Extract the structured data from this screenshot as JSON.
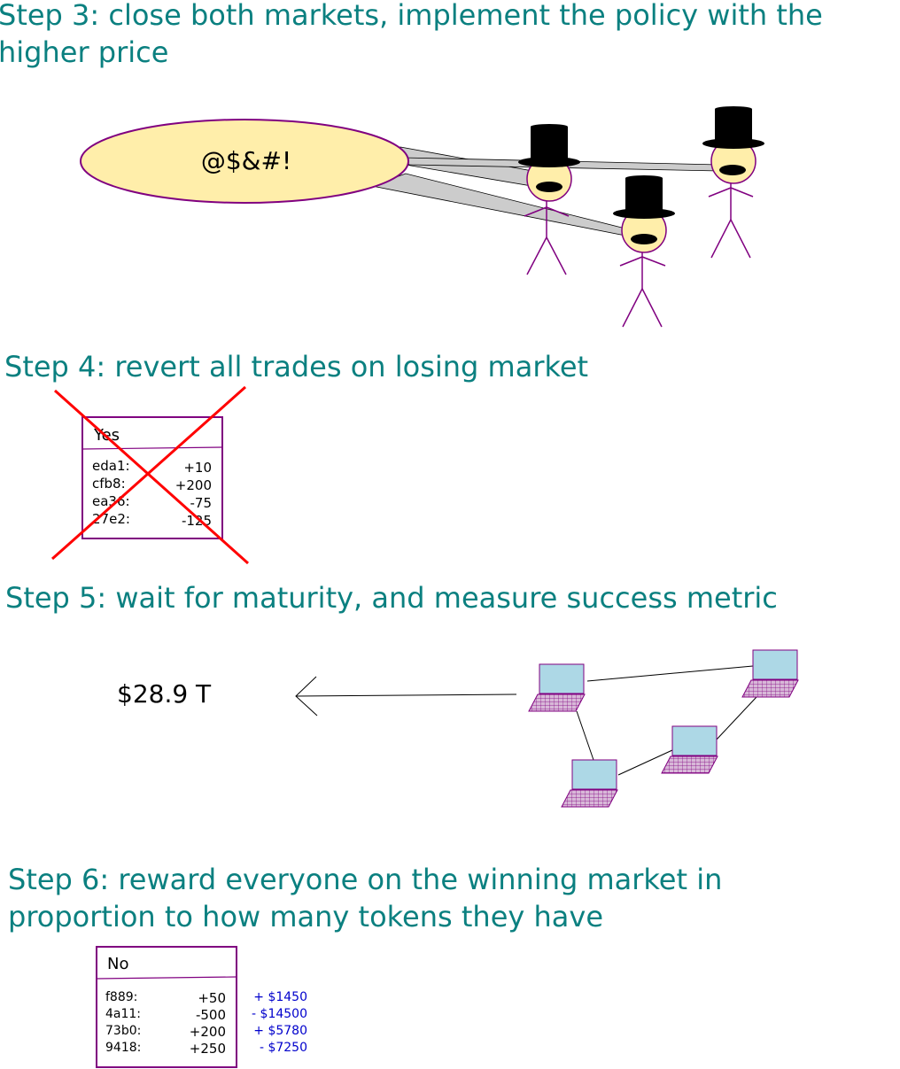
{
  "steps": {
    "step3": {
      "title_line1": "Step 3: close both markets, implement the policy with the",
      "title_line2": "higher price"
    },
    "step4": {
      "title": "Step 4: revert all trades on losing market"
    },
    "step5": {
      "title": "Step 5: wait for maturity, and measure success metric"
    },
    "step6": {
      "title_line1": "Step 6: reward everyone on the winning market in",
      "title_line2": "proportion to how many tokens they have"
    }
  },
  "speech_bubble": {
    "text": "@$&#!"
  },
  "yes_ledger": {
    "header": "Yes",
    "rows": [
      {
        "id": "eda1:",
        "amount": "+10"
      },
      {
        "id": "cfb8:",
        "amount": "+200"
      },
      {
        "id": "ea36:",
        "amount": "-75"
      },
      {
        "id": "27e2:",
        "amount": "-125"
      }
    ]
  },
  "metric": {
    "value": "$28.9 T"
  },
  "no_ledger": {
    "header": "No",
    "rows": [
      {
        "id": "f889:",
        "amount": "+50"
      },
      {
        "id": "4a11:",
        "amount": "-500"
      },
      {
        "id": "73b0:",
        "amount": "+200"
      },
      {
        "id": "9418:",
        "amount": "+250"
      }
    ]
  },
  "rewards": [
    "+ $1450",
    "- $14500",
    "+ $5780",
    "- $7250"
  ],
  "colors": {
    "title": "#0b8080",
    "outline": "#800080",
    "bubble_fill": "#ffeeaa",
    "face_fill": "#ffeeaa",
    "screen_fill": "#add8e6",
    "keyboard_fill": "#d8b8d8",
    "cross": "#ff0000",
    "reward_text": "#0000cc"
  }
}
